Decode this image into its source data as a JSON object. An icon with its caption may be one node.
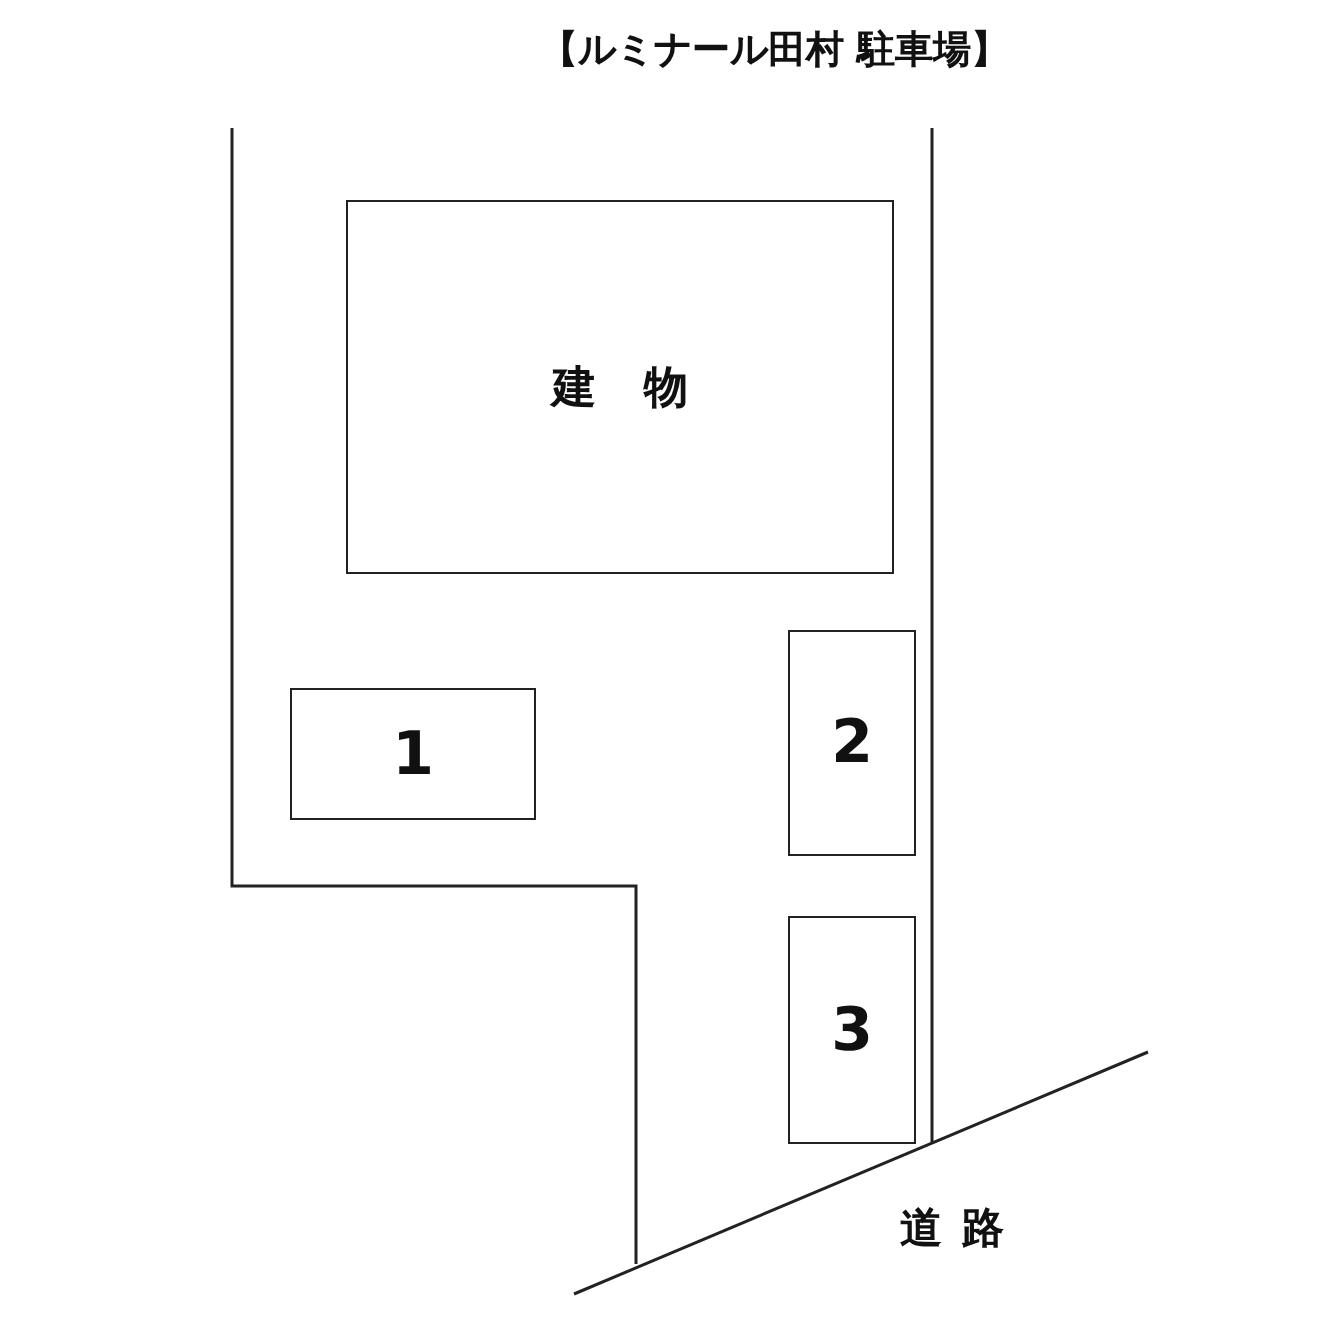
{
  "diagram": {
    "title": "【ルミナール田村 駐車場】",
    "nodes": [
      {
        "text": [
          "建物"
        ]
      },
      {
        "text": [
          "1"
        ]
      },
      {
        "text": [
          "2"
        ]
      },
      {
        "text": [
          "3"
        ]
      }
    ],
    "labels": [
      "道路"
    ]
  }
}
